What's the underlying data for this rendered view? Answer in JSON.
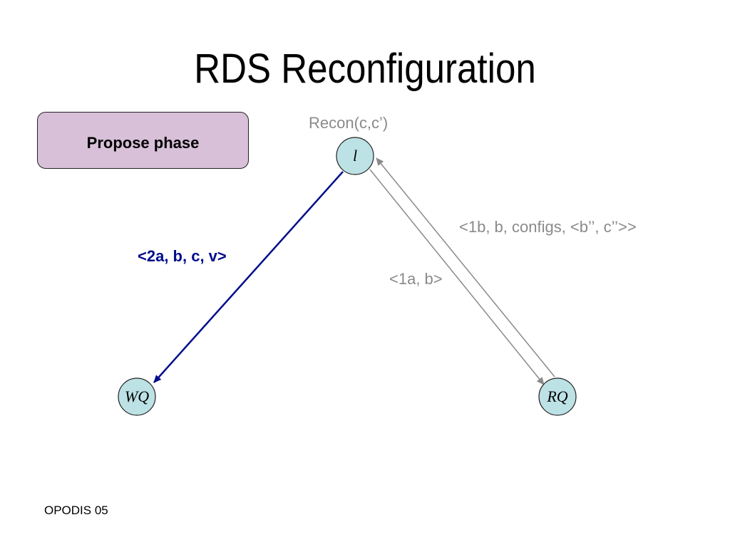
{
  "slide": {
    "title": "RDS Reconfiguration",
    "footer": "OPODIS 05"
  },
  "phase_box": {
    "label": "Propose phase",
    "color": "#d8c0d8"
  },
  "diagram": {
    "caption": "Recon(c,c’)",
    "nodes": {
      "leader": "l",
      "write_quorum": "WQ",
      "read_quorum": "RQ"
    },
    "node_color": "#bde2e6",
    "messages": {
      "propose_2a": "<2a, b, c, v>",
      "msg_1b": "<1b, b, configs, <b’’, c’’>>",
      "msg_1a": "<1a, b>"
    },
    "colors": {
      "propose_arrow": "#000d8c",
      "gray_arrow": "#8a8a8a"
    }
  }
}
